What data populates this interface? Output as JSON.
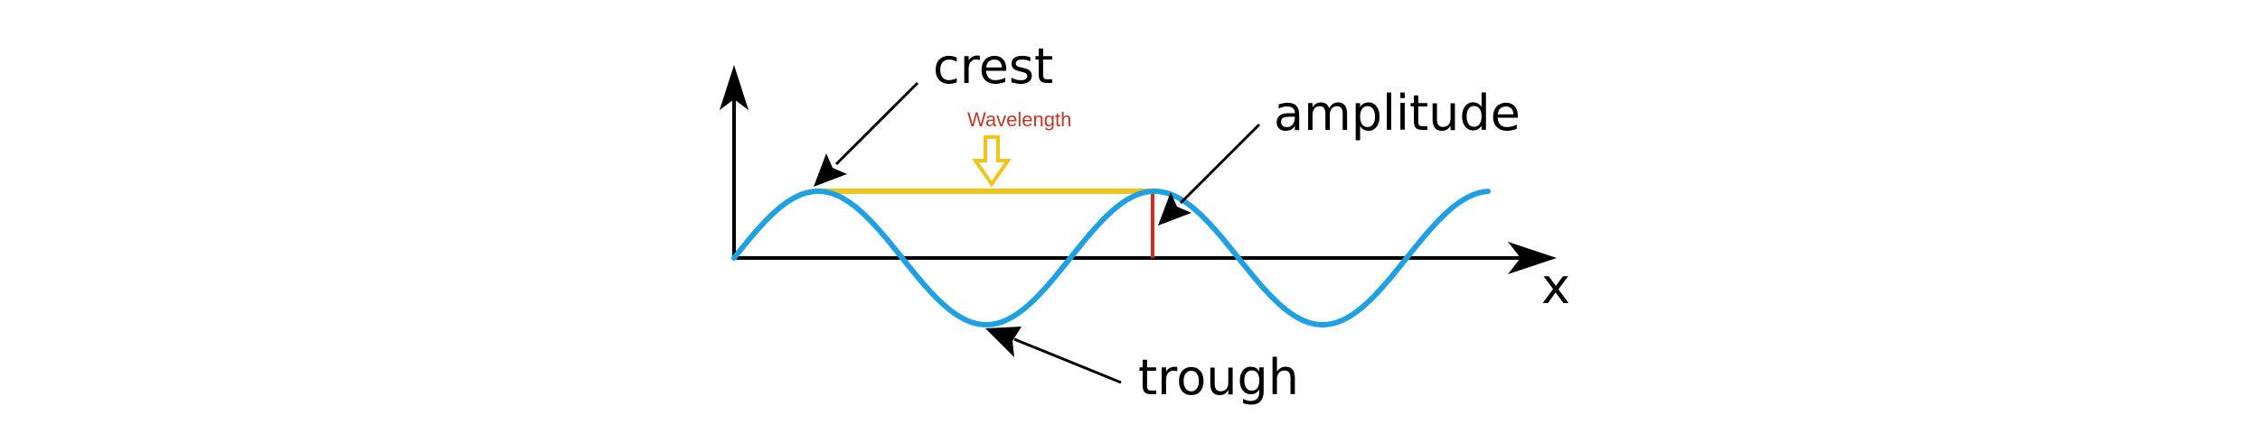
{
  "labels": {
    "crest": "crest",
    "amplitude": "amplitude",
    "trough": "trough",
    "x_axis": "x",
    "wavelength": "Wavelength"
  },
  "colors": {
    "wave": "#1fa0e3",
    "wavelength_line": "#f2c318",
    "wavelength_label": "#c0392b",
    "amplitude_line": "#d42a1e",
    "axis": "#000000",
    "arrow": "#000000"
  }
}
